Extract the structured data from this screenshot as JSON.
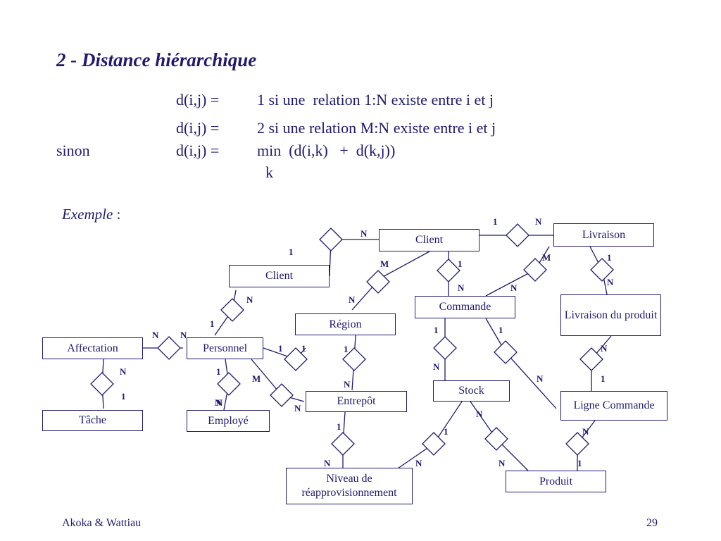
{
  "slide": {
    "title": "2 - Distance hiérarchique",
    "formula": {
      "line1_lhs": "d(i,j) =",
      "line1_rhs": "1 si une  relation 1:N existe entre i et j",
      "line2_lhs": "d(i,j) =",
      "line2_rhs": "2 si une relation M:N existe entre i et j",
      "line3_prefix": "sinon",
      "line3_lhs": "d(i,j) =",
      "line3_rhs": "min  (d(i,k)   +  d(k,j))",
      "subscript": "k"
    },
    "example_label": "Exemple",
    "example_colon": " :",
    "footer_left": "Akoka & Wattiau",
    "footer_right": "29"
  },
  "diagram": {
    "color": "#1f1a6e",
    "entities": [
      {
        "id": "client-top",
        "label": "Client"
      },
      {
        "id": "livraison",
        "label": "Livraison"
      },
      {
        "id": "client-left",
        "label": "Client"
      },
      {
        "id": "commande",
        "label": "Commande"
      },
      {
        "id": "livraison-produit",
        "label": "Livraison du produit"
      },
      {
        "id": "region",
        "label": "Région"
      },
      {
        "id": "affectation",
        "label": "Affectation"
      },
      {
        "id": "personnel",
        "label": "Personnel"
      },
      {
        "id": "stock",
        "label": "Stock"
      },
      {
        "id": "entrepot",
        "label": "Entrepôt"
      },
      {
        "id": "ligne-commande",
        "label": "Ligne Commande"
      },
      {
        "id": "tache",
        "label": "Tâche"
      },
      {
        "id": "employe",
        "label": "Employé"
      },
      {
        "id": "niveau",
        "label": "Niveau de réapprovisionnement"
      },
      {
        "id": "produit",
        "label": "Produit"
      }
    ],
    "cardinalities": [
      "1",
      "N",
      "N",
      "1",
      "M",
      "M",
      "1",
      "1",
      "N",
      "N",
      "N",
      "1",
      "N",
      "N",
      "N",
      "N",
      "1",
      "1",
      "1",
      "N",
      "1",
      "N",
      "1",
      "1",
      "N",
      "1",
      "N",
      "N",
      "N",
      "1",
      "N",
      "M",
      "N",
      "N",
      "1",
      "1",
      "N",
      "N",
      "N",
      "N",
      "1",
      "1"
    ]
  }
}
